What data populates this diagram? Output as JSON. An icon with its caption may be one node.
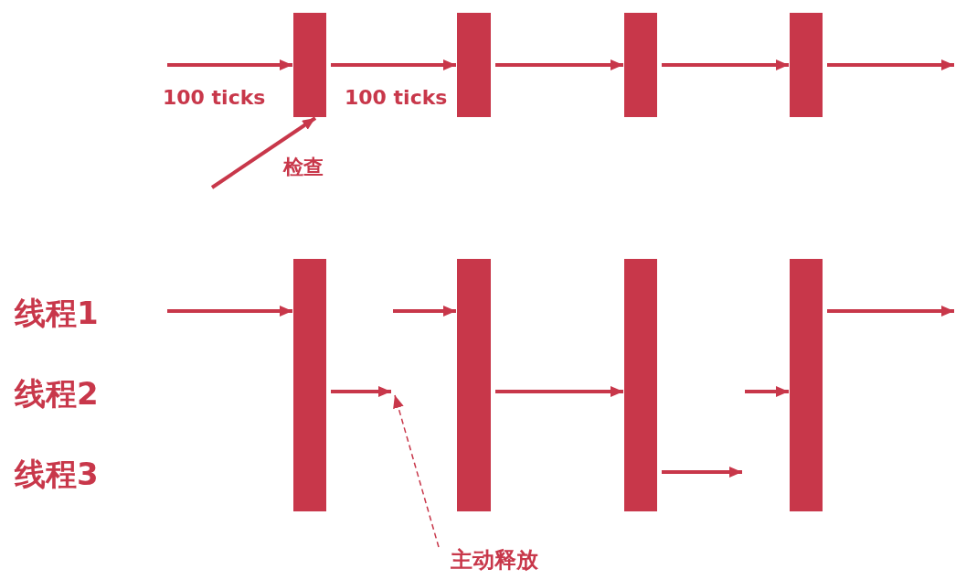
{
  "diagram": {
    "nodes": [
      {
        "text": [],
        "shape": "bar"
      },
      {
        "text": [],
        "shape": "bar"
      },
      {
        "text": [],
        "shape": "bar"
      },
      {
        "text": [],
        "shape": "bar"
      },
      {
        "text": [],
        "shape": "bar"
      },
      {
        "text": [],
        "shape": "bar"
      },
      {
        "text": [],
        "shape": "bar"
      },
      {
        "text": [],
        "shape": "bar"
      },
      {
        "text": [
          "主动释放"
        ]
      }
    ],
    "edges": [
      {
        "from": null,
        "to": 0,
        "arrow": "to",
        "label": "100 ticks"
      },
      {
        "from": 0,
        "to": 1,
        "arrow": "to",
        "label": "100 ticks"
      },
      {
        "from": 1,
        "to": 2,
        "arrow": "to"
      },
      {
        "from": 2,
        "to": 3,
        "arrow": "to"
      },
      {
        "from": 3,
        "to": null,
        "arrow": "to"
      },
      {
        "from": null,
        "to": 0,
        "arrow": "to",
        "label": "检查"
      },
      {
        "from": null,
        "to": 4,
        "arrow": "to"
      },
      {
        "from": 4,
        "to": null,
        "arrow": "to"
      },
      {
        "from": null,
        "to": 5,
        "arrow": "to"
      },
      {
        "from": 8,
        "to": null,
        "arrow": "to",
        "style": "dashed"
      },
      {
        "from": 5,
        "to": 6,
        "arrow": "to"
      },
      {
        "from": 6,
        "to": null,
        "arrow": "to"
      },
      {
        "from": null,
        "to": 7,
        "arrow": "to"
      },
      {
        "from": 7,
        "to": null,
        "arrow": "to"
      }
    ],
    "labels": [
      "线程1",
      "线程2",
      "线程3"
    ]
  }
}
